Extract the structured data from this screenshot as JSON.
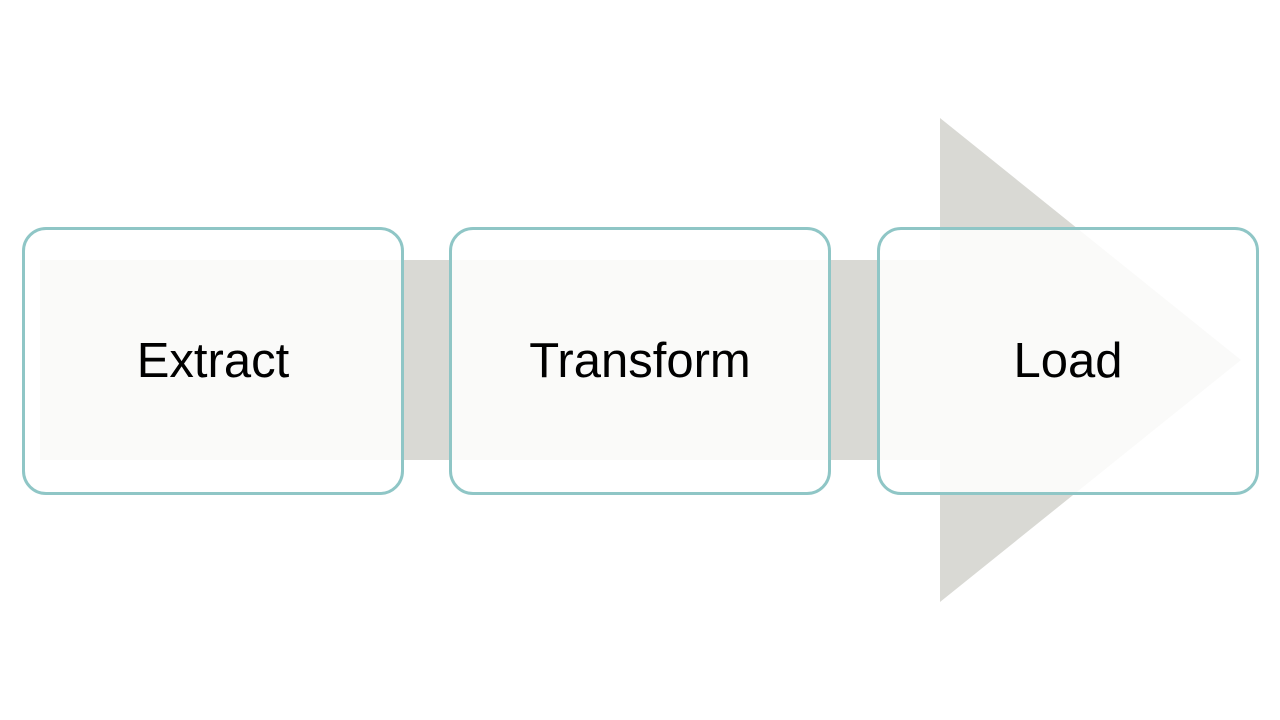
{
  "diagram": {
    "title": "ETL process",
    "steps": [
      {
        "label": "Extract"
      },
      {
        "label": "Transform"
      },
      {
        "label": "Load"
      }
    ],
    "colors": {
      "arrow": "#d9d9d4",
      "box_border": "#8fc6c6",
      "box_fill": "#fafafa",
      "text": "#000000"
    }
  }
}
